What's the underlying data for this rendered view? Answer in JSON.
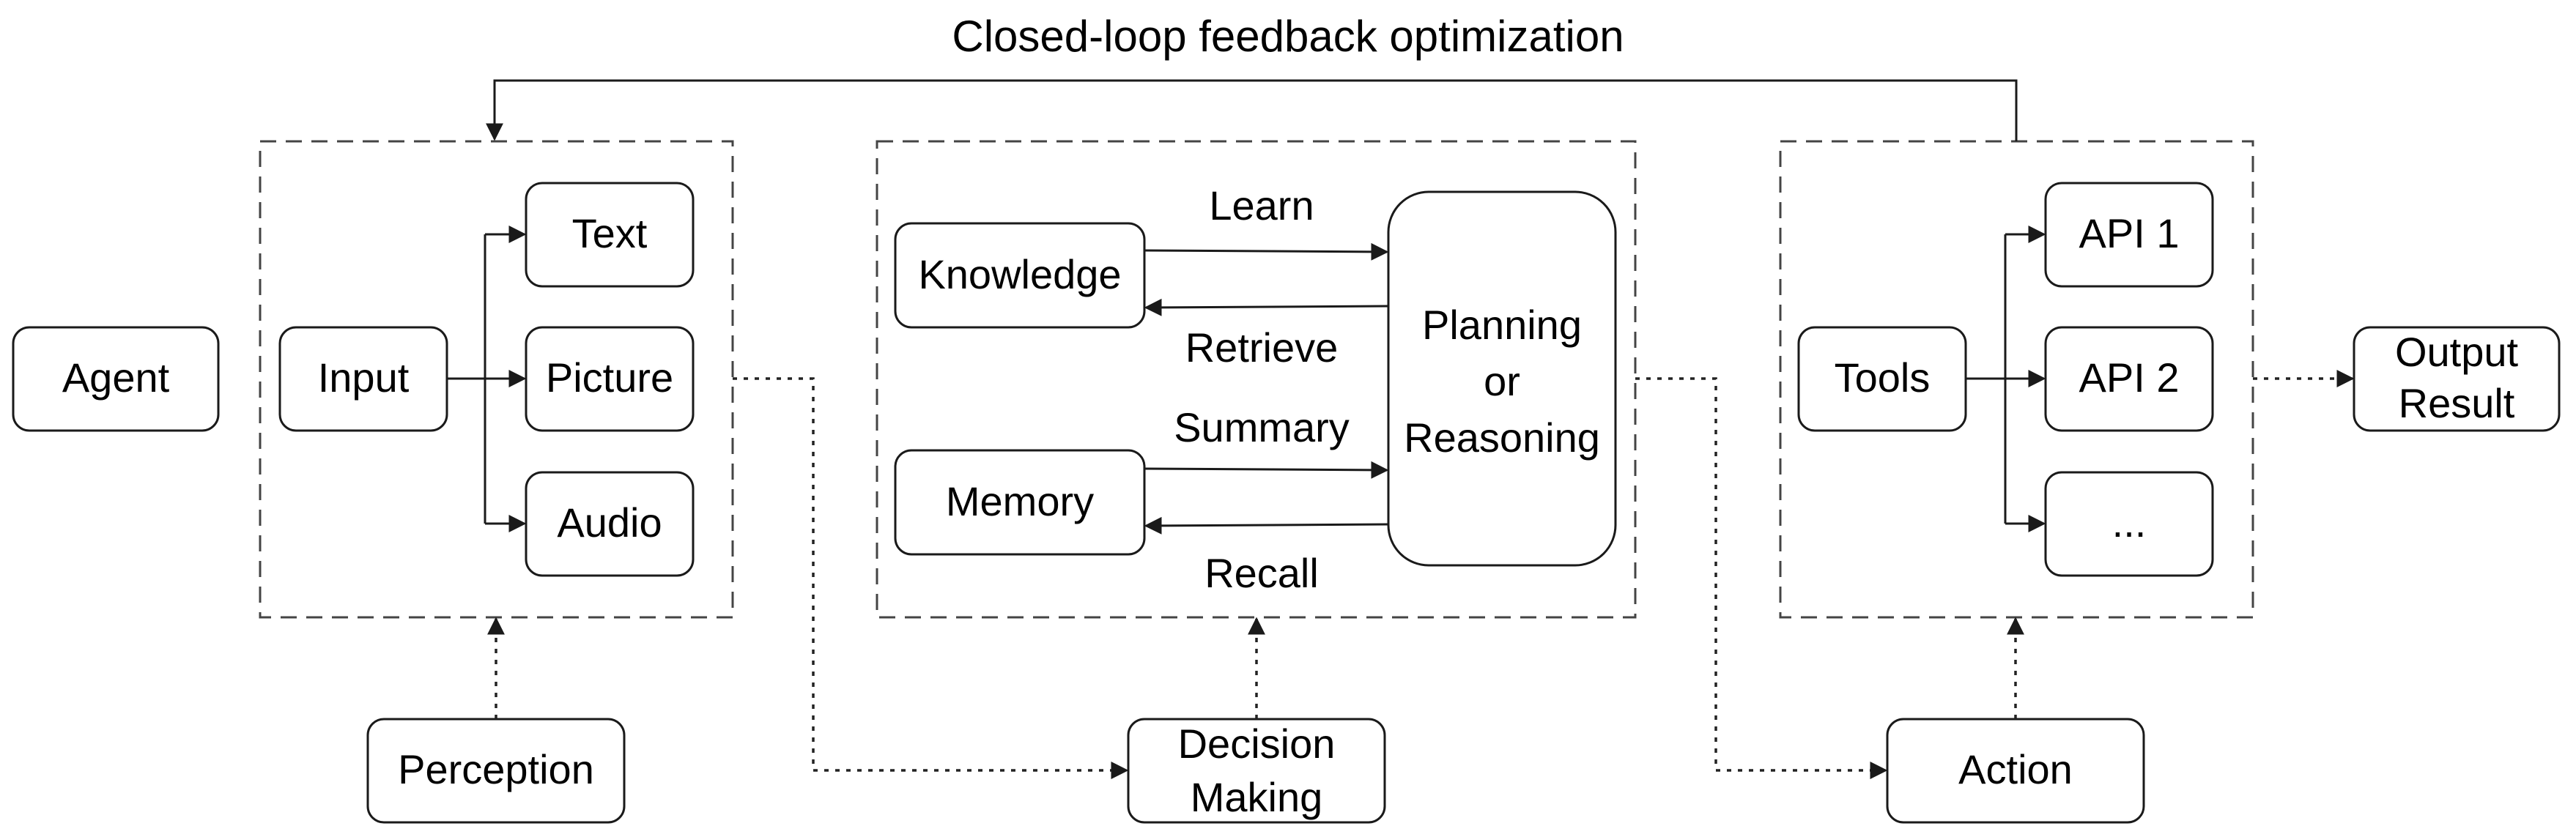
{
  "title": "Closed-loop feedback optimization",
  "nodes": {
    "agent": "Agent",
    "input": "Input",
    "text": "Text",
    "picture": "Picture",
    "audio": "Audio",
    "knowledge": "Knowledge",
    "memory": "Memory",
    "planning": [
      "Planning",
      "or",
      "Reasoning"
    ],
    "tools": "Tools",
    "api1": "API 1",
    "api2": "API 2",
    "ellipsis": "...",
    "output": [
      "Output",
      "Result"
    ],
    "perception": "Perception",
    "decision": [
      "Decision",
      "Making"
    ],
    "action": "Action"
  },
  "edge_labels": {
    "learn": "Learn",
    "retrieve": "Retrieve",
    "summary": "Summary",
    "recall": "Recall"
  },
  "colors": {
    "stroke": "#1a1a1a",
    "group_stroke": "#444444",
    "background": "#ffffff"
  }
}
